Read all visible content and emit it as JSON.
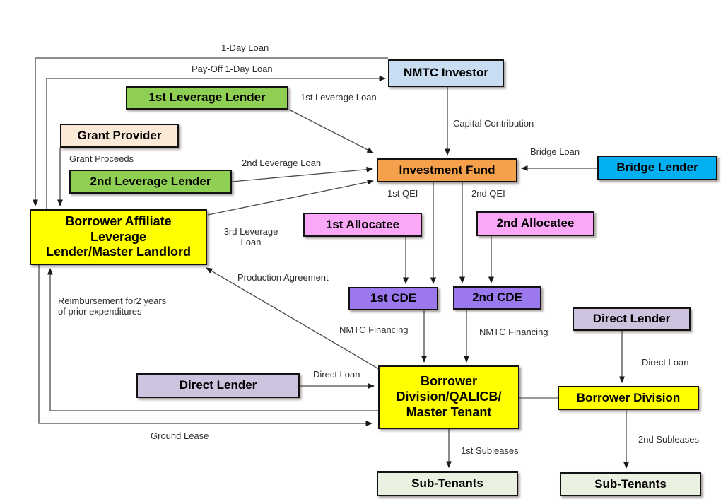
{
  "boxes": {
    "nmtc_investor": {
      "label": "NMTC Investor",
      "fill": "#C9DDF2"
    },
    "first_leverage_lender": {
      "label": "1st Leverage Lender",
      "fill": "#8FD054"
    },
    "grant_provider": {
      "label": "Grant Provider",
      "fill": "#FBE9D8"
    },
    "second_leverage_lender": {
      "label": "2nd Leverage Lender",
      "fill": "#8FD054"
    },
    "investment_fund": {
      "label": "Investment Fund",
      "fill": "#F5A04B"
    },
    "bridge_lender": {
      "label": "Bridge Lender",
      "fill": "#00B0F0"
    },
    "borrower_affiliate": {
      "label": "Borrower Affiliate\nLeverage\nLender/Master Landlord",
      "fill": "#FFFF00"
    },
    "first_allocatee": {
      "label": "1st Allocatee",
      "fill": "#FBA7F7"
    },
    "second_allocatee": {
      "label": "2nd Allocatee",
      "fill": "#FBA7F7"
    },
    "first_cde": {
      "label": "1st CDE",
      "fill": "#9B78EE"
    },
    "second_cde": {
      "label": "2nd CDE",
      "fill": "#9B78EE"
    },
    "direct_lender_right": {
      "label": "Direct Lender",
      "fill": "#CEC3DF"
    },
    "direct_lender_left": {
      "label": "Direct Lender",
      "fill": "#CEC3DF"
    },
    "borrower_division_qalicb": {
      "label": "Borrower\nDivision/QALICB/\nMaster Tenant",
      "fill": "#FFFF00"
    },
    "borrower_division_right": {
      "label": "Borrower Division",
      "fill": "#FFFF00"
    },
    "sub_tenants_left": {
      "label": "Sub-Tenants",
      "fill": "#EBF1E0"
    },
    "sub_tenants_right": {
      "label": "Sub-Tenants",
      "fill": "#EBF1E0"
    }
  },
  "edge_labels": {
    "one_day_loan": "1-Day Loan",
    "pay_off_one_day_loan": "Pay-Off 1-Day Loan",
    "first_leverage_loan": "1st Leverage Loan",
    "capital_contribution": "Capital Contribution",
    "bridge_loan": "Bridge Loan",
    "grant_proceeds": "Grant Proceeds",
    "second_leverage_loan": "2nd Leverage Loan",
    "first_qei": "1st QEI",
    "second_qei": "2nd QEI",
    "third_leverage_loan": "3rd Leverage\nLoan",
    "production_agreement": "Production Agreement",
    "reimbursement": "Reimbursement for2 years\nof prior expenditures",
    "nmtc_financing_first": "NMTC Financing",
    "nmtc_financing_second": "NMTC Financing",
    "direct_loan_left": "Direct Loan",
    "direct_loan_right": "Direct Loan",
    "ground_lease": "Ground Lease",
    "first_subleases": "1st Subleases",
    "second_subleases": "2nd Subleases"
  },
  "colors": {
    "line": "#4a4a4a",
    "arrowhead": "#1a1a1a",
    "plain_connector": "#9a9a9a",
    "box_border": "#121212",
    "background": "#ffffff"
  }
}
